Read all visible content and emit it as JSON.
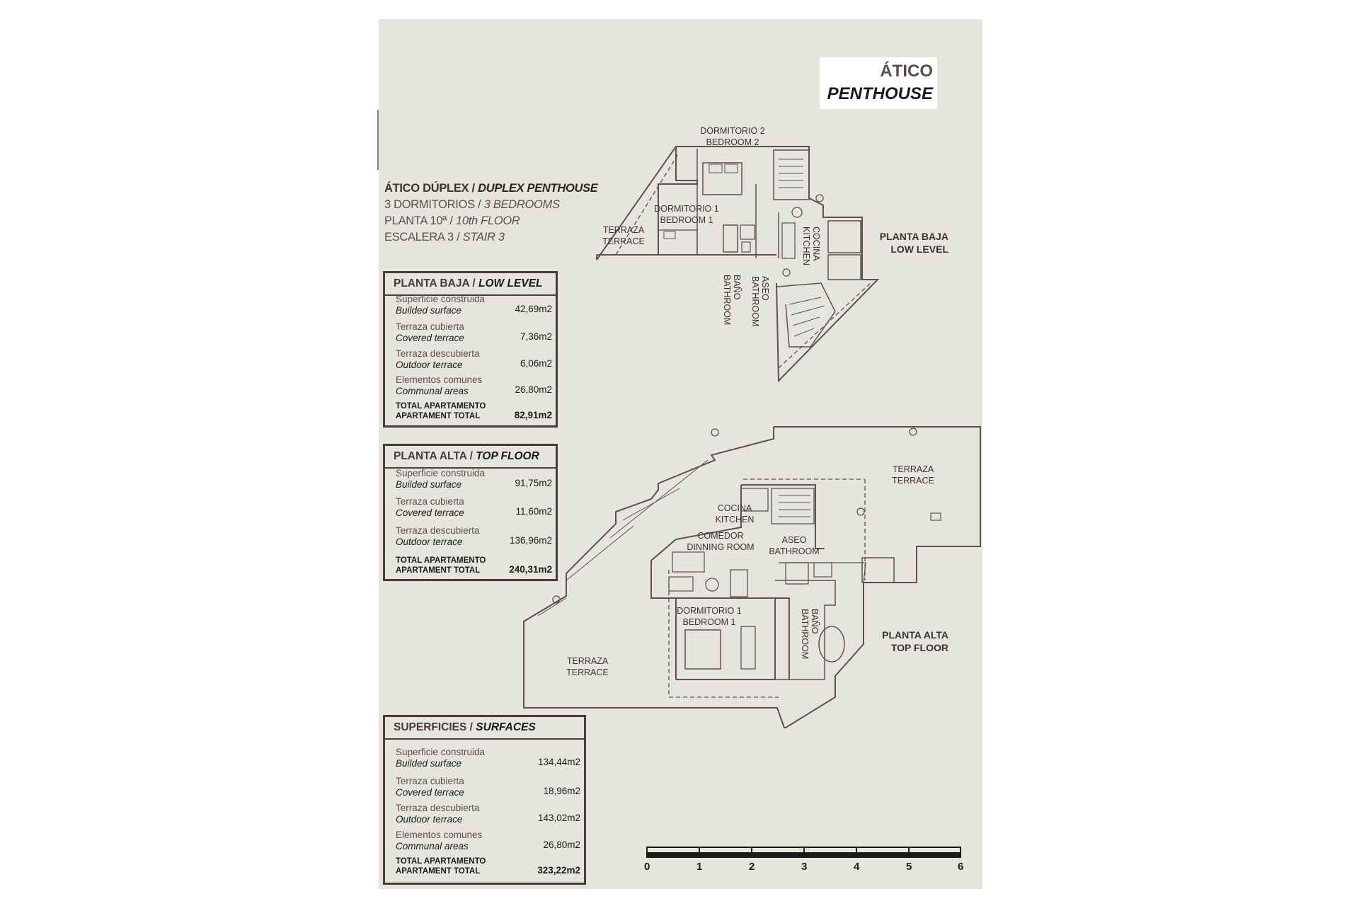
{
  "badge": {
    "es": "ÁTICO",
    "en": "PENTHOUSE"
  },
  "info": {
    "l1_es": "ÁTICO DÚPLEX /",
    "l1_en": "DUPLEX PENTHOUSE",
    "l2_es": "3 DORMITORIOS /",
    "l2_en": "3 BEDROOMS",
    "l3_es": "PLANTA 10ª /",
    "l3_en": "10th FLOOR",
    "l4_es": "ESCALERA 3 /",
    "l4_en": "STAIR 3"
  },
  "low_table": {
    "title_es": "PLANTA BAJA /",
    "title_en": "LOW LEVEL",
    "rows": [
      {
        "es": "Superficie construida",
        "en": "Builded surface",
        "value": "42,69m2"
      },
      {
        "es": "Terraza cubierta",
        "en": "Covered terrace",
        "value": "7,36m2"
      },
      {
        "es": "Terraza descubierta",
        "en": "Outdoor terrace",
        "value": "6,06m2"
      },
      {
        "es": "Elementos comunes",
        "en": "Communal areas",
        "value": "26,80m2"
      }
    ],
    "total": {
      "es": "TOTAL APARTAMENTO",
      "en": "APARTAMENT TOTAL",
      "value": "82,91m2"
    }
  },
  "top_table": {
    "title_es": "PLANTA ALTA /",
    "title_en": "TOP FLOOR",
    "rows": [
      {
        "es": "Superficie construida",
        "en": "Builded surface",
        "value": "91,75m2"
      },
      {
        "es": "Terraza cubierta",
        "en": "Covered terrace",
        "value": "11,60m2"
      },
      {
        "es": "Terraza descubierta",
        "en": "Outdoor terrace",
        "value": "136,96m2"
      }
    ],
    "total": {
      "es": "TOTAL APARTAMENTO",
      "en": "APARTAMENT TOTAL",
      "value": "240,31m2"
    }
  },
  "surf_table": {
    "title_es": "SUPERFICIES /",
    "title_en": "SURFACES",
    "rows": [
      {
        "es": "Superficie construida",
        "en": "Builded surface",
        "value": "134,44m2"
      },
      {
        "es": "Terraza cubierta",
        "en": "Covered terrace",
        "value": "18,96m2"
      },
      {
        "es": "Terraza descubierta",
        "en": "Outdoor terrace",
        "value": "143,02m2"
      },
      {
        "es": "Elementos comunes",
        "en": "Communal areas",
        "value": "26,80m2"
      }
    ],
    "total": {
      "es": "TOTAL APARTAMENTO",
      "en": "APARTAMENT TOTAL",
      "value": "323,22m2"
    }
  },
  "low_plan": {
    "level_es": "PLANTA BAJA",
    "level_en": "LOW LEVEL",
    "dorm2_es": "DORMITORIO 2",
    "dorm2_en": "BEDROOM 2",
    "dorm1_es": "DORMITORIO 1",
    "dorm1_en": "BEDROOM 1",
    "terrace_es": "TERRAZA",
    "terrace_en": "TERRACE",
    "cocina_es": "COCINA",
    "cocina_en": "KITCHEN",
    "bano_es": "BAÑO",
    "bano_en": "BATHROOM",
    "aseo_es": "ASEO",
    "aseo_en": "BATHROOM"
  },
  "top_plan": {
    "level_es": "PLANTA ALTA",
    "level_en": "TOP FLOOR",
    "terrace1_es": "TERRAZA",
    "terrace1_en": "TERRACE",
    "terrace2_es": "TERRAZA",
    "terrace2_en": "TERRACE",
    "cocina_es": "COCINA",
    "cocina_en": "KITCHEN",
    "comedor_es": "COMEDOR",
    "comedor_en": "DINNING ROOM",
    "aseo_es": "ASEO",
    "aseo_en": "BATHROOM",
    "dorm1_es": "DORMITORIO 1",
    "dorm1_en": "BEDROOM 1",
    "bano_es": "BAÑO",
    "bano_en": "BATHROOM"
  },
  "scale": {
    "ticks": [
      "0",
      "1",
      "2",
      "3",
      "4",
      "5",
      "6"
    ]
  },
  "colors": {
    "sheet": "#e6e5dd",
    "line": "#5a5252",
    "frame": "#4a3a3a"
  }
}
